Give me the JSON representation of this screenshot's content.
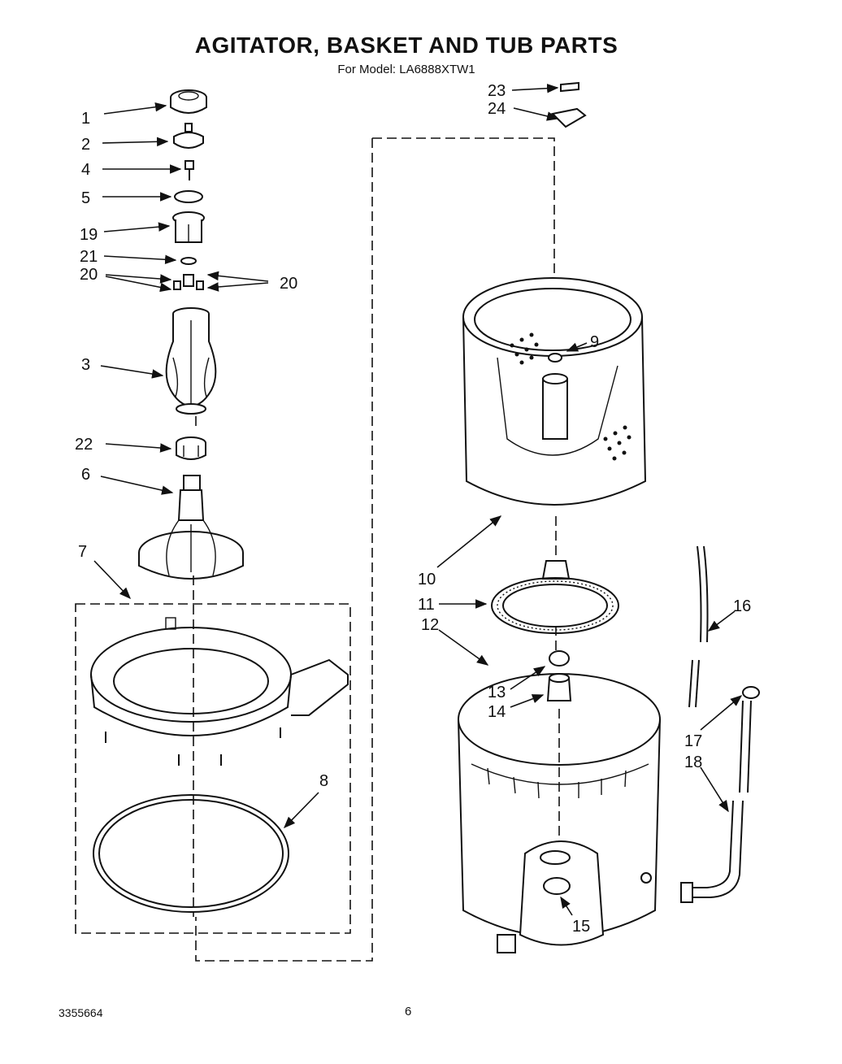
{
  "title": "AGITATOR, BASKET AND TUB PARTS",
  "subtitle": "For Model: LA6888XTW1",
  "footer": {
    "doc_number": "3355664",
    "page_number": "6"
  },
  "callouts": [
    "1",
    "2",
    "4",
    "5",
    "19",
    "21",
    "20",
    "20",
    "3",
    "22",
    "6",
    "7",
    "8",
    "23",
    "24",
    "9",
    "10",
    "11",
    "12",
    "13",
    "14",
    "15",
    "16",
    "17",
    "18"
  ]
}
